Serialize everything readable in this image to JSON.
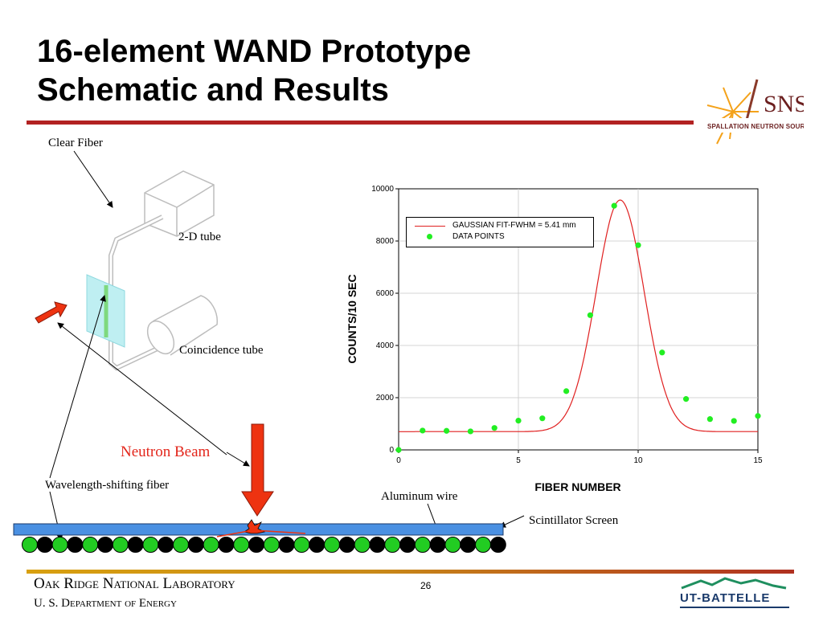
{
  "slide": {
    "title_line1": "16-element WAND Prototype",
    "title_line2": "Schematic and Results",
    "page_number": "26"
  },
  "logo": {
    "name": "SNS",
    "subtitle": "SPALLATION NEUTRON SOURCE"
  },
  "schematic": {
    "labels": {
      "clear_fiber": "Clear Fiber",
      "tube_2d": "2-D tube",
      "coincidence_tube": "Coincidence tube",
      "neutron_beam": "Neutron Beam",
      "wavelength_fiber": "Wavelength-shifting fiber",
      "aluminum_wire": "Aluminum wire",
      "scintillator_screen": "Scintillator Screen"
    },
    "fiber_colors": [
      "#22cc22",
      "#000000"
    ],
    "beam_color": "#ee3311",
    "screen_color": "#4a90e2"
  },
  "chart_data": {
    "type": "scatter",
    "xlabel": "FIBER NUMBER",
    "ylabel": "COUNTS/10 SEC",
    "xlim": [
      0,
      15
    ],
    "ylim": [
      0,
      10000
    ],
    "x_ticks": [
      "0",
      "5",
      "10",
      "15"
    ],
    "y_ticks": [
      "0",
      "2000",
      "4000",
      "6000",
      "8000",
      "10000"
    ],
    "grid": true,
    "legend_position": "top-left",
    "series": [
      {
        "name": "DATA POINTS",
        "kind": "points",
        "color": "#22ee22",
        "x": [
          0,
          1,
          2,
          3,
          4,
          5,
          6,
          7,
          8,
          9,
          10,
          11,
          12,
          13,
          14,
          15
        ],
        "y": [
          0,
          740,
          730,
          710,
          840,
          1120,
          1210,
          2250,
          5160,
          9350,
          7840,
          3730,
          1950,
          1180,
          1110,
          1300
        ]
      },
      {
        "name": "GAUSSIAN FIT-FWHM = 5.41 mm",
        "kind": "curve",
        "color": "#e02020",
        "baseline": 700,
        "amplitude": 8870,
        "center": 9.25,
        "sigma": 1.0
      }
    ]
  },
  "footer": {
    "org_line1": "Oak Ridge National Laboratory",
    "org_line2": "U. S. Department of Energy",
    "partner_logo": "UT-BATTELLE"
  }
}
